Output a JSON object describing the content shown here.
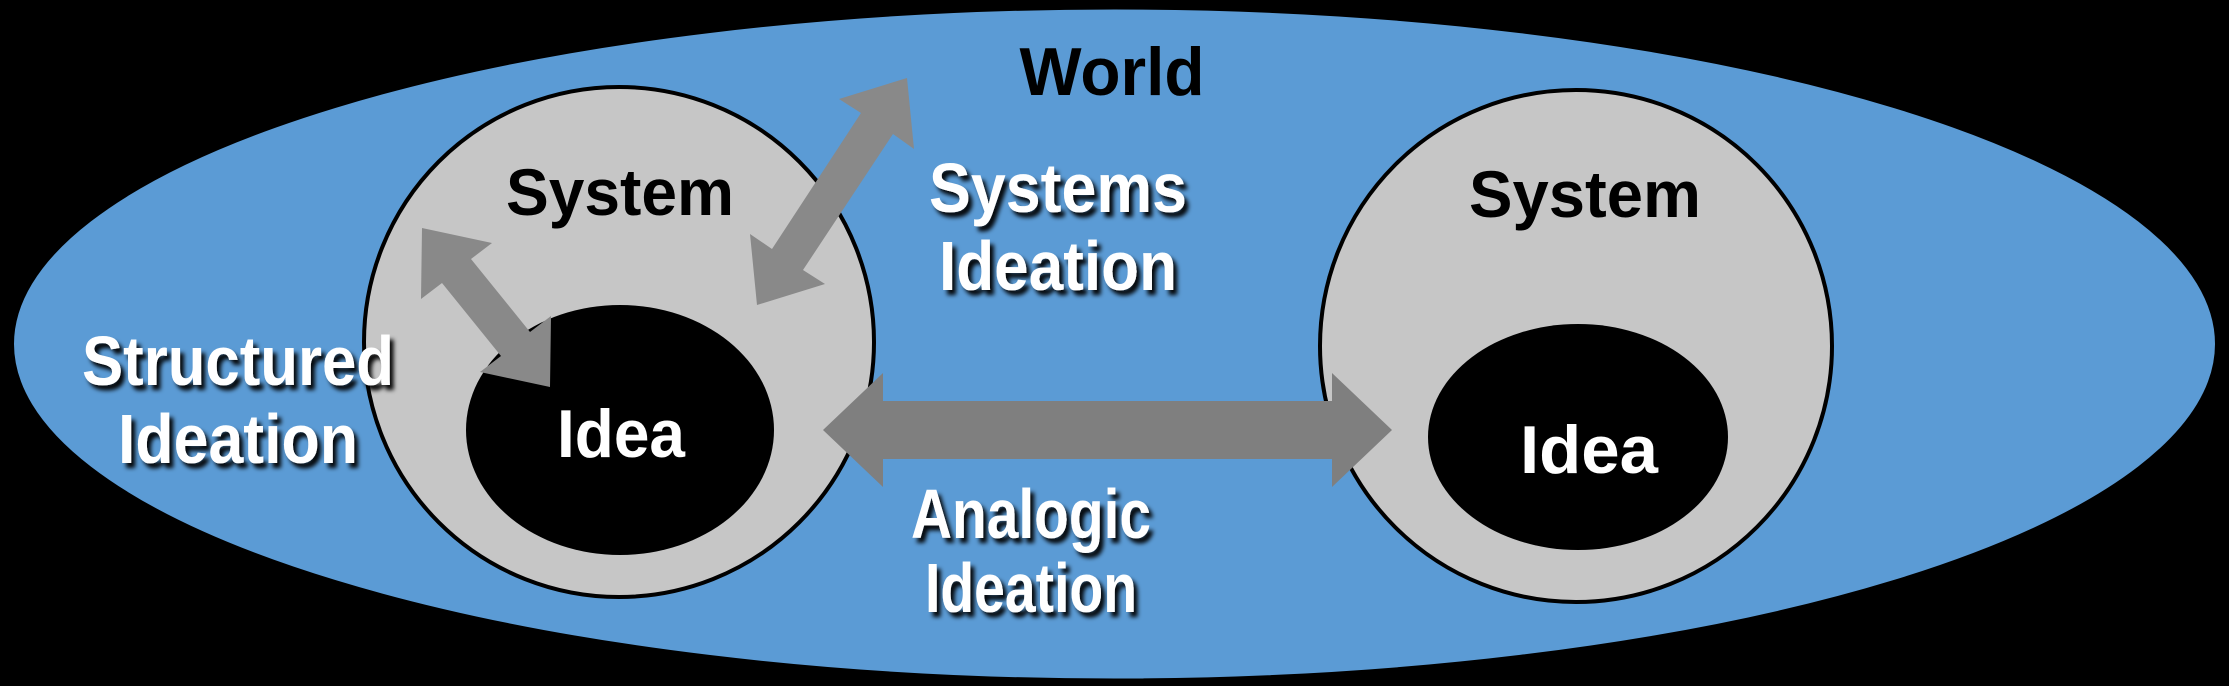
{
  "diagram": {
    "title": "World",
    "world": {
      "label": "World"
    },
    "systems": {
      "left": {
        "label": "System"
      },
      "right": {
        "label": "System"
      }
    },
    "ideas": {
      "left": {
        "label": "Idea"
      },
      "right": {
        "label": "Idea"
      }
    },
    "arrows": {
      "structured": {
        "label_line1": "Structured",
        "label_line2": "Ideation"
      },
      "systems": {
        "label_line1": "Systems",
        "label_line2": "Ideation"
      },
      "analogic": {
        "label_line1": "Analogic",
        "label_line2": "Ideation"
      }
    }
  },
  "colors": {
    "background_black": "#000000",
    "world_blue": "#5B9BD5",
    "system_gray": "#C6C6C6",
    "idea_black": "#000000",
    "arrow_gray_diagonal": "#898989",
    "arrow_gray_horizontal": "#7F7F7F",
    "text_black": "#000000",
    "text_white": "#FFFFFF"
  }
}
